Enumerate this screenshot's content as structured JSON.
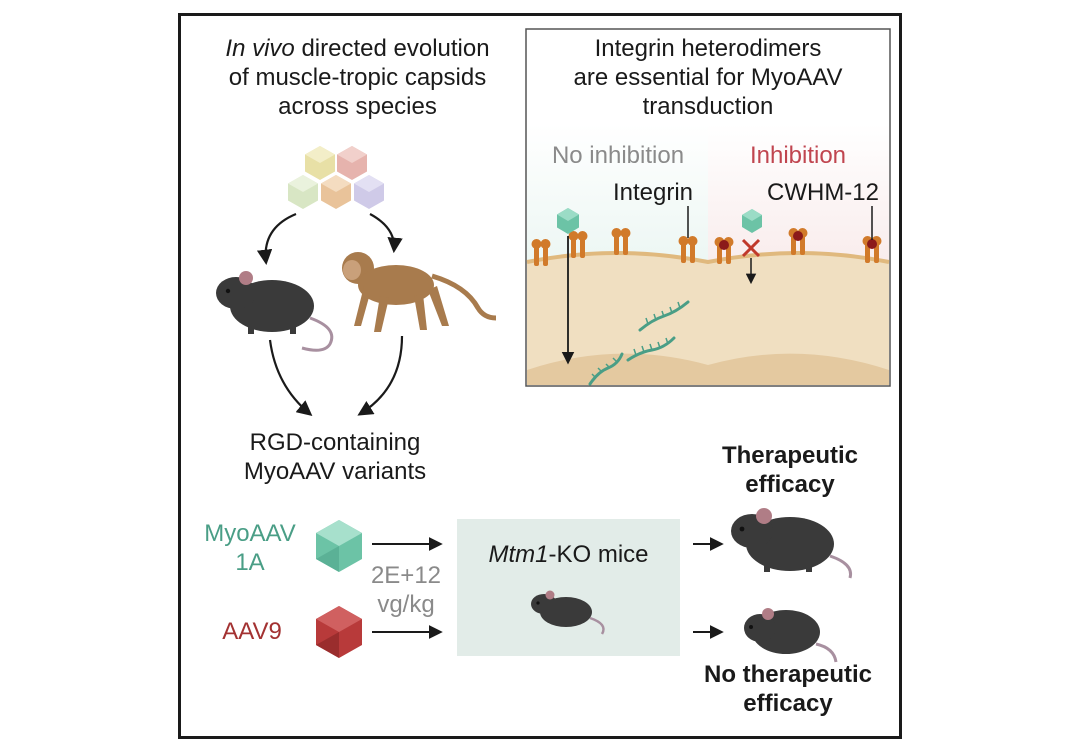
{
  "left_panel": {
    "title_italic": "In vivo",
    "title_line1_rest": " directed evolution",
    "title_line2": "of muscle-tropic capsids",
    "title_line3": "across species",
    "result_line1": "RGD-containing",
    "result_line2": "MyoAAV variants"
  },
  "integrin_panel": {
    "title_line1": "Integrin heterodimers",
    "title_line2": "are essential for MyoAAV",
    "title_line3": "transduction",
    "label_no_inhibition": "No inhibition",
    "label_inhibition": "Inhibition",
    "label_integrin": "Integrin",
    "label_inhibitor": "CWHM-12"
  },
  "treatment": {
    "myoaav_line1": "MyoAAV",
    "myoaav_line2": "1A",
    "aav9": "AAV9",
    "dose_line1": "2E+12",
    "dose_line2": "vg/kg",
    "model_italic": "Mtm1",
    "model_rest": "-KO mice",
    "outcome_positive_line1": "Therapeutic",
    "outcome_positive_line2": "efficacy",
    "outcome_negative_line1": "No therapeutic",
    "outcome_negative_line2": "efficacy"
  },
  "colors": {
    "myoaav": "#4a9e86",
    "aav9": "#a33232",
    "inhibition": "#c0454f",
    "no_inhibition": "#8a8a8a",
    "integrin": "#d17a2a",
    "cell": "#f0dfc1",
    "membrane": "#e0b97e",
    "model_box": "#e2ece8"
  }
}
